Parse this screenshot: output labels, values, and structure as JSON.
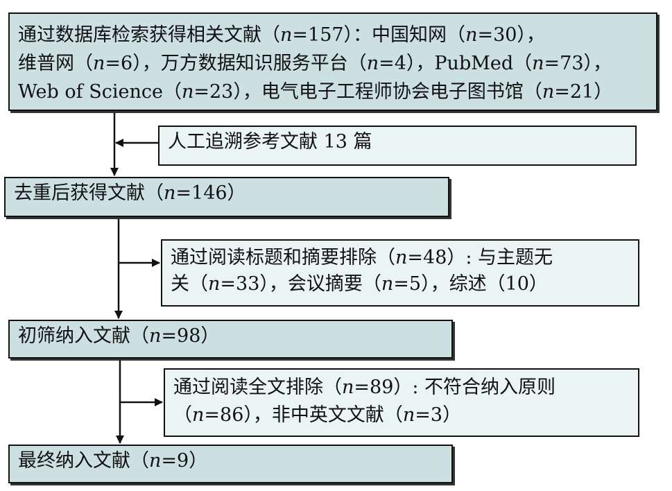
{
  "boxes": [
    {
      "id": "search-results-box",
      "lines": [
        [
          {
            "t": "通过数据库检索获得相关文献（"
          },
          {
            "t": "n",
            "i": 1
          },
          {
            "t": "=157）：中国知网（"
          },
          {
            "t": "n",
            "i": 1
          },
          {
            "t": "=30），"
          }
        ],
        [
          {
            "t": "维普网（"
          },
          {
            "t": "n",
            "i": 1
          },
          {
            "t": "=6），万方数据知识服务平台（"
          },
          {
            "t": "n",
            "i": 1
          },
          {
            "t": "=4），PubMed（"
          },
          {
            "t": "n",
            "i": 1
          },
          {
            "t": "=73），"
          }
        ],
        [
          {
            "t": "Web of Science（"
          },
          {
            "t": "n",
            "i": 1
          },
          {
            "t": "=23），电气电子工程师协会电子图书馆（"
          },
          {
            "t": "n",
            "i": 1
          },
          {
            "t": "=21）"
          }
        ]
      ]
    },
    {
      "id": "manual-trace-box",
      "lines": [
        [
          {
            "t": "人工追溯参考文献 13 篇"
          }
        ]
      ]
    },
    {
      "id": "deduplicated-box",
      "lines": [
        [
          {
            "t": "去重后获得文献（"
          },
          {
            "t": "n",
            "i": 1
          },
          {
            "t": "=146）"
          }
        ]
      ]
    },
    {
      "id": "title-abstract-exclusion-box",
      "lines": [
        [
          {
            "t": "通过阅读标题和摘要排除（"
          },
          {
            "t": "n",
            "i": 1
          },
          {
            "t": "=48）: 与主题无"
          }
        ],
        [
          {
            "t": "关（"
          },
          {
            "t": "n",
            "i": 1
          },
          {
            "t": "=33），会议摘要（"
          },
          {
            "t": "n",
            "i": 1
          },
          {
            "t": "=5），综述（10）"
          }
        ]
      ]
    },
    {
      "id": "initial-screening-box",
      "lines": [
        [
          {
            "t": "初筛纳入文献（"
          },
          {
            "t": "n",
            "i": 1
          },
          {
            "t": "=98）"
          }
        ]
      ]
    },
    {
      "id": "fulltext-exclusion-box",
      "lines": [
        [
          {
            "t": "通过阅读全文排除（"
          },
          {
            "t": "n",
            "i": 1
          },
          {
            "t": "=89）: 不符合纳入原则"
          }
        ],
        [
          {
            "t": "（"
          },
          {
            "t": "n",
            "i": 1
          },
          {
            "t": "=86），非中英文文献（"
          },
          {
            "t": "n",
            "i": 1
          },
          {
            "t": "=3）"
          }
        ]
      ]
    },
    {
      "id": "final-included-box",
      "lines": [
        [
          {
            "t": "最终纳入文献（"
          },
          {
            "t": "n",
            "i": 1
          },
          {
            "t": "=9）"
          }
        ]
      ]
    }
  ]
}
